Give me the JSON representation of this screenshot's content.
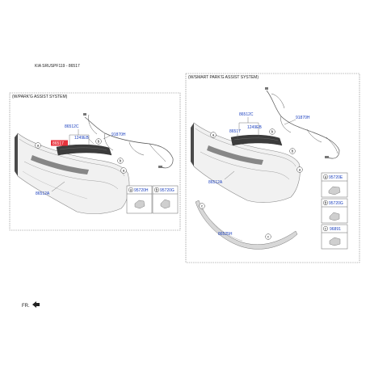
{
  "header": {
    "title": "KIA SRUSPF119 - 86517"
  },
  "frame_left": {
    "title": "(W/PARK'G ASSIST SYSTEM)"
  },
  "frame_right": {
    "title": "(W/SMART PARK'G ASSIST SYSTEM)"
  },
  "left_parts": {
    "p86512C": "86512C",
    "p86517": "86517",
    "p1249EB": "1249EB",
    "p91870H": "91870H",
    "p86512A": "86512A"
  },
  "left_legend": {
    "a_letter": "a",
    "a_part": "95720H",
    "b_letter": "b",
    "b_part": "95720G"
  },
  "right_parts": {
    "p86512C": "86512C",
    "p86517": "86517",
    "p1249EB": "1249EB",
    "p91870H": "91870H",
    "p86512A": "86512A",
    "p86525H": "86525H"
  },
  "right_legend": {
    "a_letter": "a",
    "a_part": "95720E",
    "b_letter": "b",
    "b_part": "95720G",
    "c_letter": "c",
    "c_part": "96891"
  },
  "callouts": {
    "a": "a",
    "b": "b",
    "c": "c"
  },
  "footer": {
    "fr_label": "FR."
  },
  "colors": {
    "part_blue": "#1a3fbf",
    "highlight_red": "#e8323c",
    "line": "#555555"
  }
}
